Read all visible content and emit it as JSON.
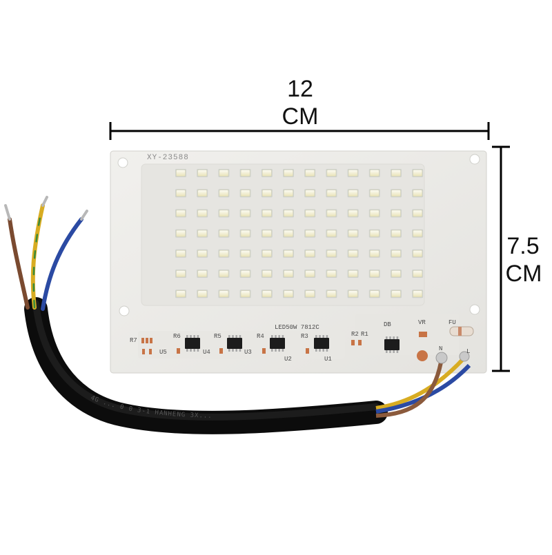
{
  "dimensions": {
    "width_value": "12",
    "width_unit": "CM",
    "height_value": "7.5",
    "height_unit": "CM"
  },
  "board": {
    "model_marking": "XY-23588",
    "part_marking": "LED50W 7812C",
    "led_grid": {
      "rows": 7,
      "cols": 12
    },
    "resistor_labels": [
      "R7",
      "R6",
      "R5",
      "R4",
      "R3",
      "R2",
      "R1"
    ],
    "ic_labels": [
      "U5",
      "U4",
      "U3",
      "U2",
      "U1"
    ],
    "component_labels": [
      "DB",
      "VR",
      "FU"
    ],
    "terminal_labels": [
      "N",
      "L"
    ]
  },
  "cable": {
    "jacket_print": "4G ...  0 0 3-1  HANHENG 3X..."
  },
  "colors": {
    "pcb": "#ecebe8",
    "pcb_trace": "#e2e1dd",
    "led_pad": "#f4f6f3",
    "led_emitter": "#f1e8a6",
    "cable_jacket": "#1a1a1a",
    "wire_brown": "#8b5a3c",
    "wire_yellow": "#e2b428",
    "wire_green": "#2e8b3e",
    "wire_blue": "#2d4ea8",
    "copper_pad": "#c87446"
  }
}
